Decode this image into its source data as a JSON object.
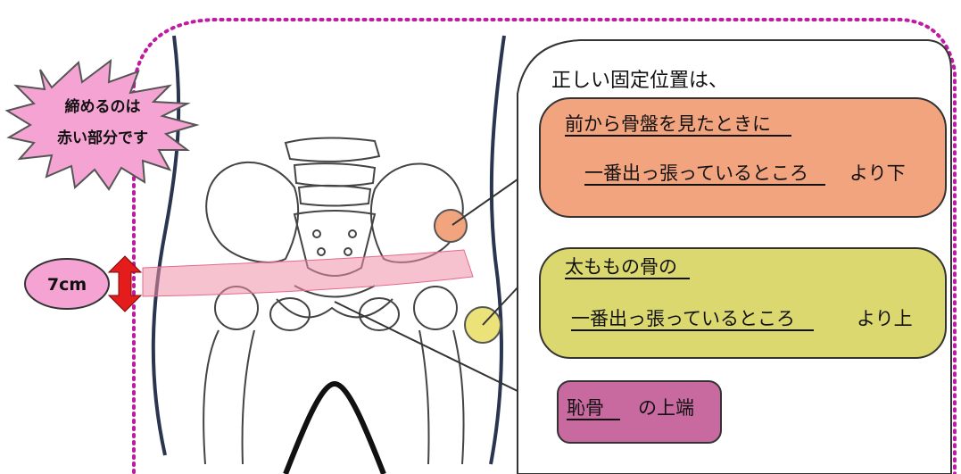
{
  "callout_burst": {
    "line1": "締めるのは",
    "line2": "赤い部分です"
  },
  "measurement": {
    "label": "7cm"
  },
  "info_panel": {
    "title": "正しい固定位置は、",
    "box1": {
      "line1": "前から骨盤を見たときに",
      "line2_underlined": "一番出っ張っているところ",
      "line2_suffix": "より下"
    },
    "box2": {
      "line1": "太ももの骨の",
      "line2_underlined": "一番出っ張っているところ",
      "line2_suffix": "より上"
    },
    "box3": {
      "underlined": "恥骨",
      "suffix": "の上端"
    }
  },
  "colors": {
    "burst_fill": "#f5a3d3",
    "box1_fill": "#f2a47e",
    "box2_fill": "#dcd870",
    "box3_fill": "#c86aa0",
    "band_fill": "#f08fa8",
    "arrow_red": "#e51c1c",
    "dotted_border": "#c01aa2"
  }
}
